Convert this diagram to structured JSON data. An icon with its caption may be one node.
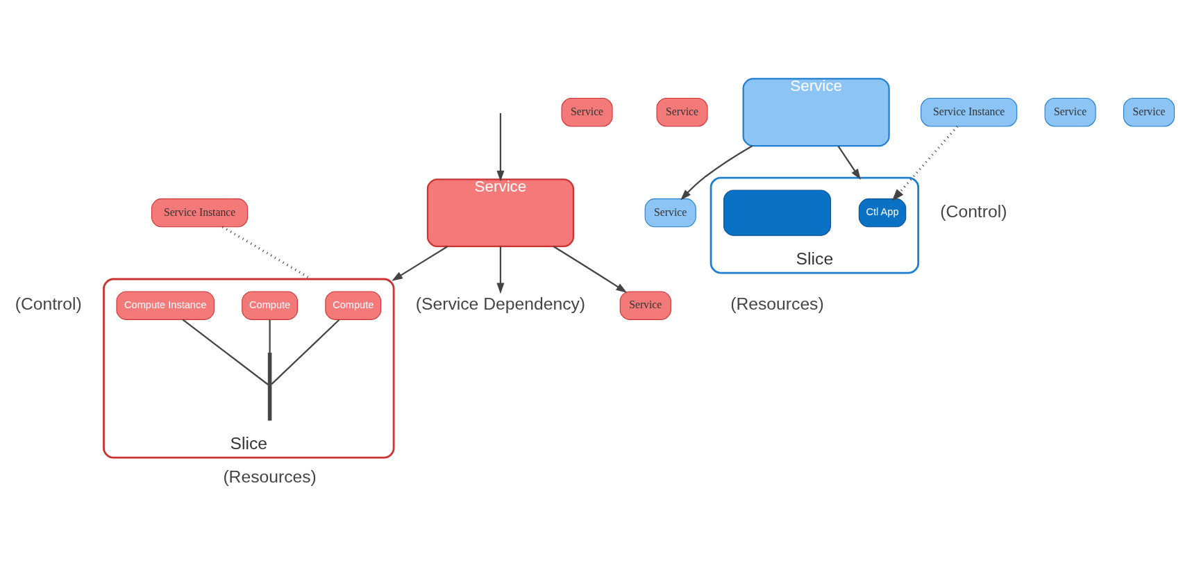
{
  "diagram": {
    "nodes": [
      {
        "text": [
          "Service"
        ]
      },
      {
        "text": [
          "(Service Dependency)"
        ]
      },
      {
        "text": [
          "Service"
        ]
      },
      {
        "text": [
          "Service"
        ]
      },
      {
        "text": [
          "Service"
        ]
      },
      {
        "text": [
          "Service Instance"
        ]
      },
      {
        "text": [
          "Slice"
        ]
      },
      {
        "text": [
          "Compute"
        ],
        "in": 6
      },
      {
        "text": [
          "Compute"
        ],
        "in": 6
      },
      {
        "text": [
          "Compute Instance"
        ],
        "in": 6
      },
      {
        "text": [],
        "shape": "bar",
        "in": 6
      },
      {
        "text": [
          "Service"
        ]
      },
      {
        "text": [
          "Service"
        ]
      },
      {
        "text": [
          "Service"
        ]
      },
      {
        "text": [
          "Service"
        ]
      },
      {
        "text": [
          "Service Instance"
        ]
      },
      {
        "text": [
          "Slice"
        ]
      },
      {
        "text": [
          "Ctl App"
        ],
        "in": 16
      },
      {
        "text": [],
        "shape": "box",
        "in": 16
      }
    ],
    "edges": [
      {
        "from": null,
        "to": 0,
        "arrow": "to"
      },
      {
        "from": 0,
        "to": 1,
        "arrow": "to"
      },
      {
        "from": 0,
        "to": 2,
        "arrow": "to"
      },
      {
        "from": 0,
        "to": 6,
        "arrow": "to"
      },
      {
        "from": 5,
        "to": 6,
        "arrow": "none",
        "style": "dashed"
      },
      {
        "from": 7,
        "to": 10,
        "arrow": "none"
      },
      {
        "from": 8,
        "to": 10,
        "arrow": "none"
      },
      {
        "from": 9,
        "to": 10,
        "arrow": "none"
      },
      {
        "from": 11,
        "to": 12,
        "arrow": "to"
      },
      {
        "from": 11,
        "to": 16,
        "arrow": "to"
      },
      {
        "from": 15,
        "to": 17,
        "arrow": "to",
        "style": "dashed"
      }
    ],
    "labels": [
      "(Control)",
      "(Resources)",
      "(Control)",
      "(Resources)"
    ]
  }
}
